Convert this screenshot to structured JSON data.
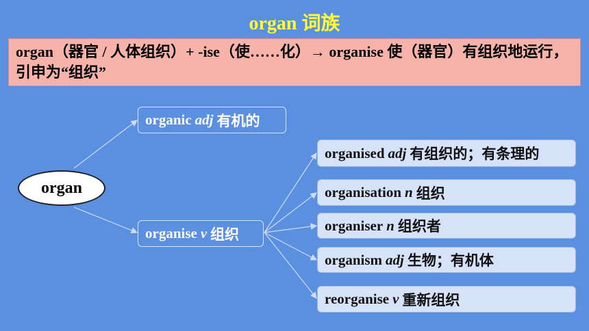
{
  "title": "organ 词族",
  "banner": "organ（器官 / 人体组织）+ -ise（使……化）→ organise 使（器官）有组织地运行，引申为“组织”",
  "root": "organ",
  "branches": [
    {
      "word": "organic",
      "pos": "adj",
      "meaning": "有机的"
    },
    {
      "word": "organise",
      "pos": "v",
      "meaning": "组织"
    }
  ],
  "derivatives": [
    {
      "word": "organised",
      "pos": "adj",
      "meaning": "有组织的；有条理的"
    },
    {
      "word": "organisation",
      "pos": "n",
      "meaning": "组织"
    },
    {
      "word": "organiser",
      "pos": "n",
      "meaning": "组织者"
    },
    {
      "word": "organism",
      "pos": "adj",
      "meaning": "生物；有机体"
    },
    {
      "word": "reorganise",
      "pos": "v",
      "meaning": "重新组织"
    }
  ]
}
